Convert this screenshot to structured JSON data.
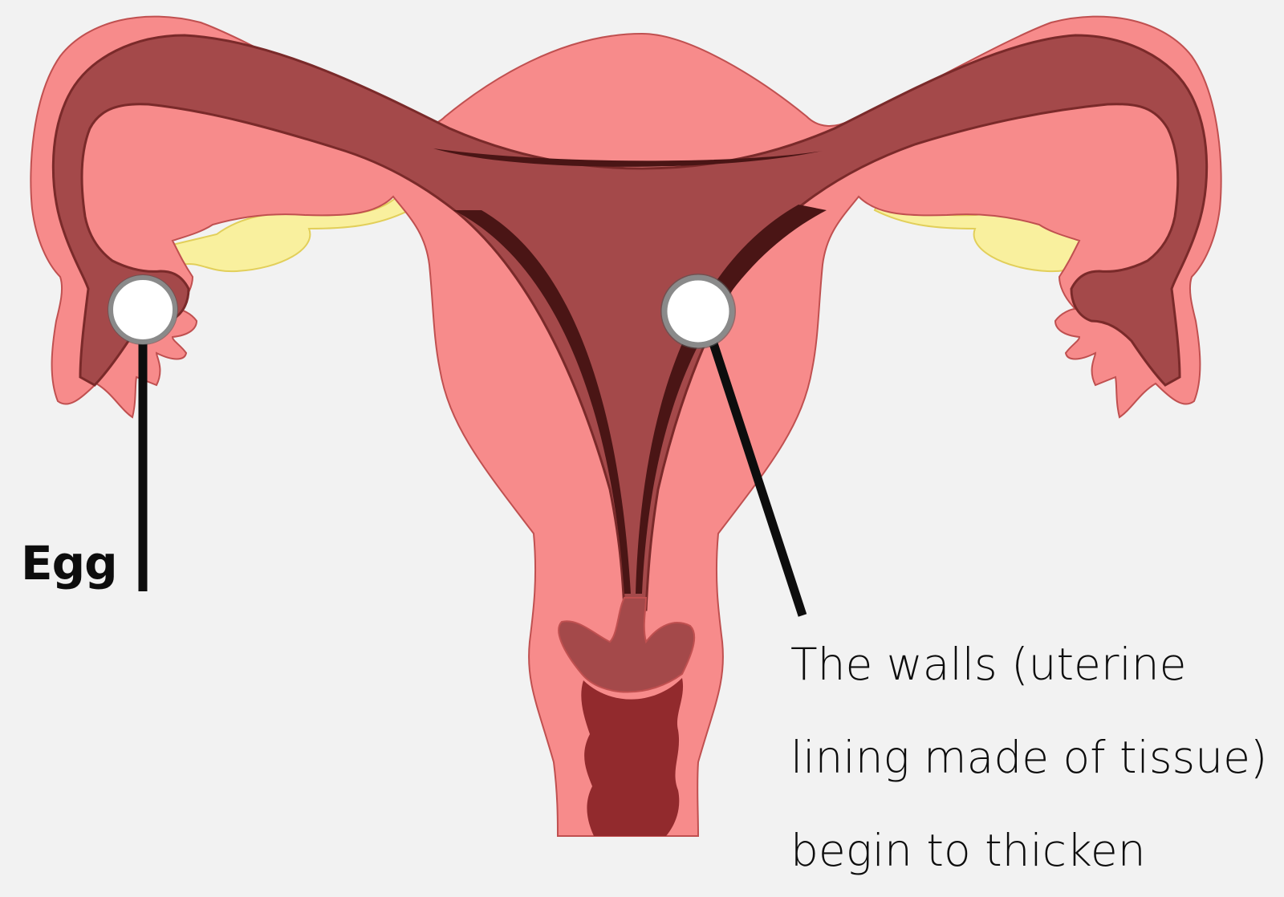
{
  "labels": {
    "egg": "Egg",
    "walls_lines": [
      "The walls (uterine",
      "lining made of tissue)",
      "begin to thicken"
    ]
  },
  "colors": {
    "background": "#f2f2f2",
    "tissue": "#f78b8b",
    "tissue_outline": "#c05050",
    "cavity": "#a4494a",
    "cavity_outline": "#7a2a2a",
    "lining_dark": "#4a1515",
    "ovary": "#f9f09e",
    "ovary_outline": "#e2cf5a",
    "vagina": "#922a2d",
    "egg_fill": "#ffffff",
    "egg_ring": "#8a8a8a",
    "leader_line": "#0d0d0d"
  }
}
